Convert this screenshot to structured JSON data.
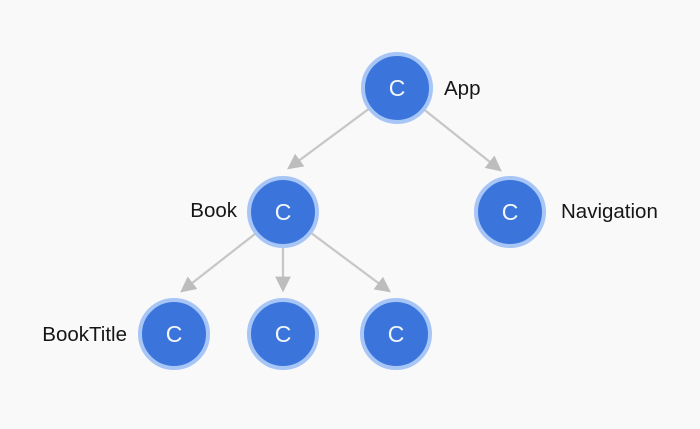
{
  "diagram": {
    "type": "component-tree",
    "colors": {
      "node_fill": "#3b75dc",
      "node_ring": "#a7c6f6",
      "node_letter": "#f3f7fc",
      "edge": "#c7c7c7",
      "arrowhead": "#bdbdbd",
      "label": "#161616",
      "background": "#f9f9f9"
    },
    "nodes": [
      {
        "id": "app",
        "letter": "C",
        "label": "App",
        "label_side": "right"
      },
      {
        "id": "book",
        "letter": "C",
        "label": "Book",
        "label_side": "left"
      },
      {
        "id": "navigation",
        "letter": "C",
        "label": "Navigation",
        "label_side": "right"
      },
      {
        "id": "book-child-1",
        "letter": "C",
        "label": "BookTitle",
        "label_side": "left"
      },
      {
        "id": "book-child-2",
        "letter": "C",
        "label": ""
      },
      {
        "id": "book-child-3",
        "letter": "C",
        "label": ""
      }
    ],
    "edges": [
      {
        "from": "app",
        "to": "book"
      },
      {
        "from": "app",
        "to": "navigation"
      },
      {
        "from": "book",
        "to": "book-child-1"
      },
      {
        "from": "book",
        "to": "book-child-2"
      },
      {
        "from": "book",
        "to": "book-child-3"
      }
    ]
  }
}
